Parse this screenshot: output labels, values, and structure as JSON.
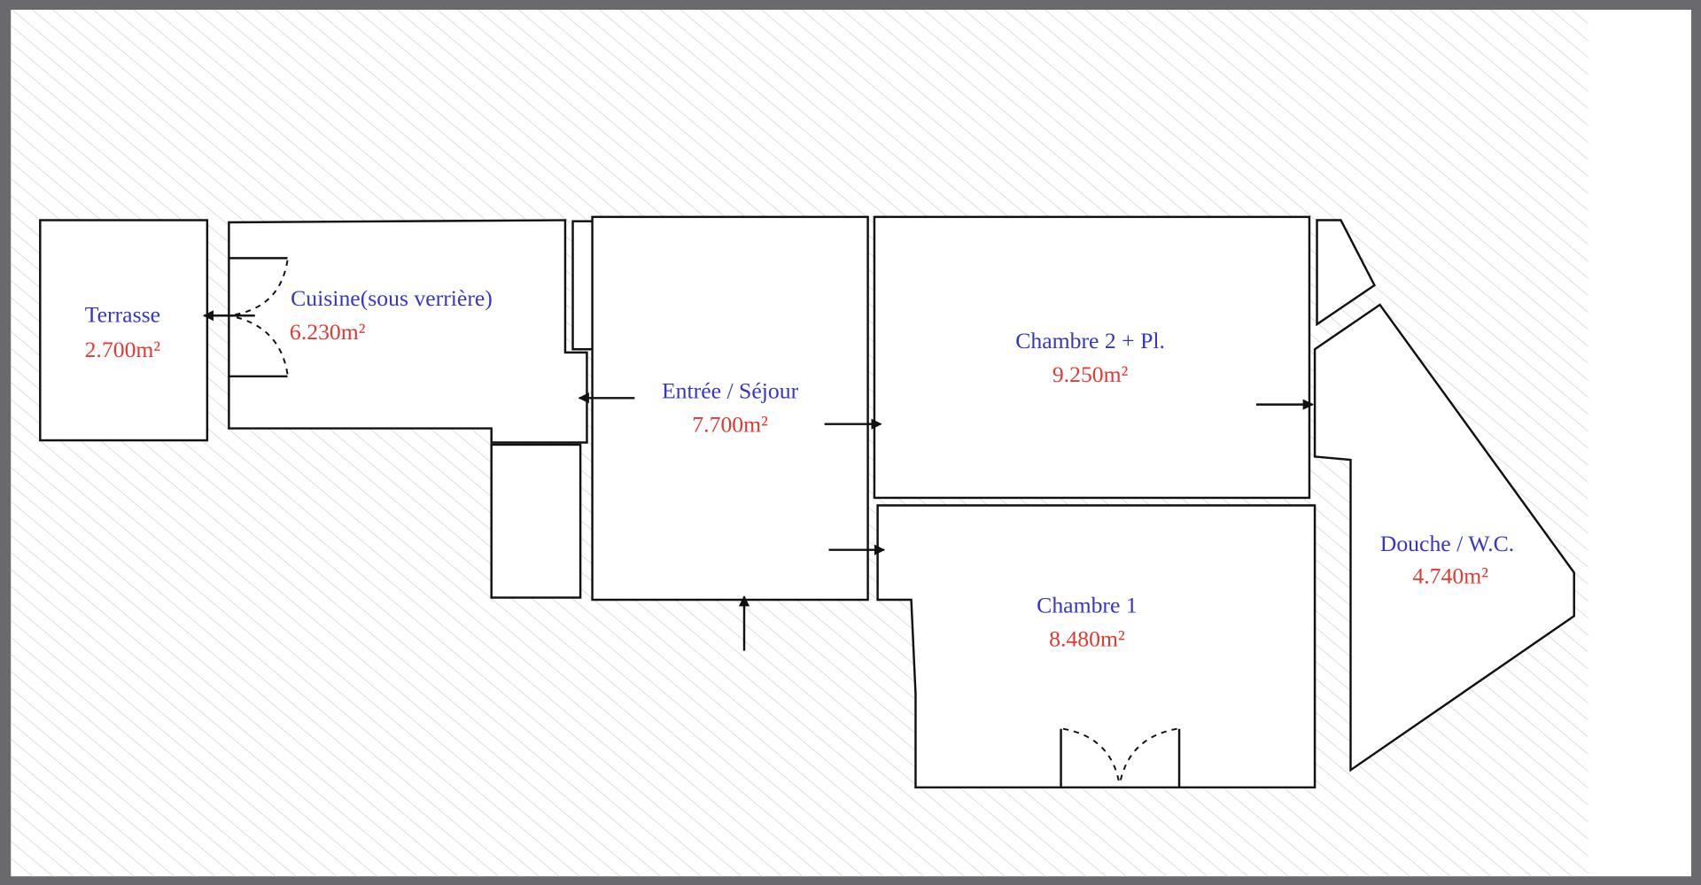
{
  "plan": {
    "rooms": [
      {
        "name": "Terrasse",
        "area": "2.700m²"
      },
      {
        "name": "Cuisine(sous verrière)",
        "area": "6.230m²"
      },
      {
        "name": "Entrée / Séjour",
        "area": "7.700m²"
      },
      {
        "name": "Chambre 2 + Pl.",
        "area": "9.250m²"
      },
      {
        "name": "Chambre 1",
        "area": "8.480m²"
      },
      {
        "name": "Douche / W.C.",
        "area": "4.740m²"
      }
    ]
  },
  "colors": {
    "frame": "#6a6a6e",
    "room_name": "#3636c4",
    "room_area": "#e23a32",
    "hatch": "#d6d6d6"
  }
}
